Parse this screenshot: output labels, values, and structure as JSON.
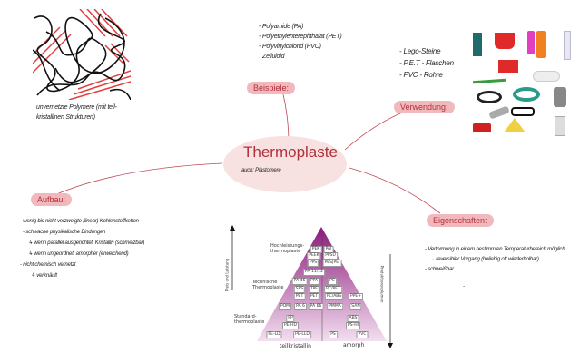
{
  "center": {
    "title": "Thermoplaste",
    "subtitle": "auch: Plastomere"
  },
  "branches": {
    "beispiele": {
      "label": "Beispiele:",
      "items": [
        "- Polyamide (PA)",
        "- Polyethylenterephthalat (PET)",
        "- Polyvinylchlorid (PVC)",
        "Zelluloid"
      ]
    },
    "verwendung": {
      "label": "Verwendung:",
      "items": [
        "- Lego-Steine",
        "- P.E.T - Flaschen",
        "- PVC - Rohre"
      ]
    },
    "aufbau": {
      "label": "Aufbau:",
      "items": [
        "- wenig bis nicht verzweigte (linear) Kohlenstoffketten",
        "- schwache physikalische Bindungen",
        "↳ wenn parallel ausgerichtet: Kristallin (schmelzbar)",
        "↳ wenn ungeordnet: amorpher (erweichend)",
        "- nicht chemisch vernetzt",
        "↳ verknäult"
      ]
    },
    "eigenschaften": {
      "label": "Eigenschaften:",
      "items": [
        "- Verformung in einem bestimmten Temperaturbereich möglich",
        "→ reversibler Vorgang (beliebig oft wiederholbar)",
        "- schweißbar",
        "-"
      ]
    }
  },
  "polymer_caption": [
    "unvernetzte Polymere (mit teil-",
    "kristallinen Strukturen)"
  ],
  "pyramid": {
    "left_axis": "Preis und Leistung",
    "right_axis": "Produktionsvolumen",
    "tiers": [
      "Hochleistungs-\nthermoplaste",
      "Technische\nThermoplaste",
      "Standard-\nthermoplaste"
    ],
    "bottom": [
      "teilkristallin",
      "amorph"
    ],
    "cells": [
      {
        "t": "PEK",
        "c": "l",
        "r": 0
      },
      {
        "t": "PAI",
        "c": "r",
        "r": 0
      },
      {
        "t": "PEEK",
        "c": "l",
        "r": 1
      },
      {
        "t": "PPSU",
        "c": "r",
        "r": 1
      },
      {
        "t": "PPS",
        "c": "l",
        "r": 2
      },
      {
        "t": "PES|PEI",
        "c": "r",
        "r": 2
      },
      {
        "t": "PA 11/12",
        "c": "l",
        "r": 3
      },
      {
        "t": "PA 46",
        "c": "l",
        "r": 4
      },
      {
        "t": "PPA",
        "c": "l",
        "r": 4
      },
      {
        "t": "PC",
        "c": "r",
        "r": 4
      },
      {
        "t": "SPS",
        "c": "l",
        "r": 5
      },
      {
        "t": "TPE",
        "c": "l",
        "r": 5
      },
      {
        "t": "PC/PET",
        "c": "r",
        "r": 5
      },
      {
        "t": "PBT",
        "c": "l",
        "r": 6
      },
      {
        "t": "PET",
        "c": "l",
        "r": 6
      },
      {
        "t": "PC/ABS",
        "c": "r",
        "r": 6
      },
      {
        "t": "PPE+",
        "c": "r",
        "r": 6
      },
      {
        "t": "POM",
        "c": "l",
        "r": 7
      },
      {
        "t": "PA 6",
        "c": "l",
        "r": 7
      },
      {
        "t": "PA 66",
        "c": "l",
        "r": 7
      },
      {
        "t": "PMMA",
        "c": "r",
        "r": 7
      },
      {
        "t": "SAN",
        "c": "r",
        "r": 7
      },
      {
        "t": "PP",
        "c": "l",
        "r": 8
      },
      {
        "t": "ABS",
        "c": "r",
        "r": 8
      },
      {
        "t": "PE-HD",
        "c": "l",
        "r": 9
      },
      {
        "t": "PS-HI",
        "c": "r",
        "r": 9
      },
      {
        "t": "PE-LD",
        "c": "l",
        "r": 10
      },
      {
        "t": "PE-LLD",
        "c": "l",
        "r": 10
      },
      {
        "t": "PS",
        "c": "r",
        "r": 10
      },
      {
        "t": "PVC",
        "c": "r",
        "r": 10
      }
    ]
  },
  "colors": {
    "accent": "#b2303c",
    "pill": "#f2b9bd",
    "center": "#f8e1e1",
    "line": "#c04a55",
    "pyramid_top": "#8a1a7a",
    "pyramid_base": "#f3dff0"
  }
}
